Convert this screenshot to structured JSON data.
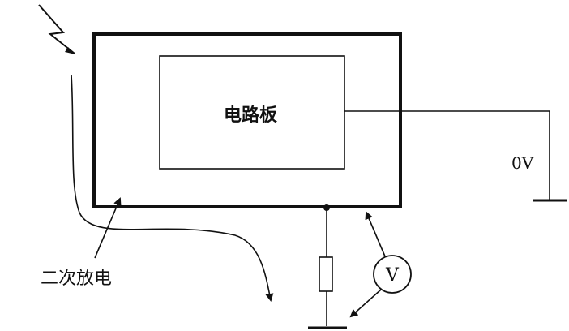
{
  "labels": {
    "board": "电路板",
    "zero_volt": "0V",
    "secondary_discharge": "二次放电",
    "voltmeter": "V"
  },
  "colors": {
    "stroke": "#111111",
    "background": "#ffffff"
  }
}
